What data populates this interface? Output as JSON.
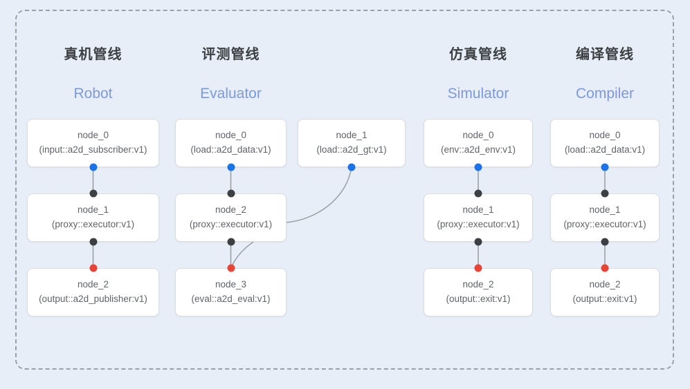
{
  "diagram": {
    "background_color": "#e8eef7",
    "frame": {
      "border_style": "dashed",
      "border_color": "#9aa0a6"
    },
    "port_colors": {
      "input": "#1a73e8",
      "middle": "#3c4043",
      "output": "#ea4335"
    },
    "title_color_cn": "#3c4043",
    "title_color_en": "#7c99dd",
    "node_text_color": "#5f6368"
  },
  "columns": [
    {
      "id": "robot",
      "title_cn": "真机管线",
      "title_en": "Robot",
      "nodes": [
        {
          "name": "node_0",
          "spec": "(input::a2d_subscriber:v1)"
        },
        {
          "name": "node_1",
          "spec": "(proxy::executor:v1)"
        },
        {
          "name": "node_2",
          "spec": "(output::a2d_publisher:v1)"
        }
      ]
    },
    {
      "id": "evaluator",
      "title_cn": "评测管线",
      "title_en": "Evaluator",
      "nodes": [
        {
          "name": "node_0",
          "spec": "(load::a2d_data:v1)"
        },
        {
          "name": "node_1",
          "spec": "(load::a2d_gt:v1)"
        },
        {
          "name": "node_2",
          "spec": "(proxy::executor:v1)"
        },
        {
          "name": "node_3",
          "spec": "(eval::a2d_eval:v1)"
        }
      ]
    },
    {
      "id": "simulator",
      "title_cn": "仿真管线",
      "title_en": "Simulator",
      "nodes": [
        {
          "name": "node_0",
          "spec": "(env::a2d_env:v1)"
        },
        {
          "name": "node_1",
          "spec": "(proxy::executor:v1)"
        },
        {
          "name": "node_2",
          "spec": "(output::exit:v1)"
        }
      ]
    },
    {
      "id": "compiler",
      "title_cn": "编译管线",
      "title_en": "Compiler",
      "nodes": [
        {
          "name": "node_0",
          "spec": "(load::a2d_data:v1)"
        },
        {
          "name": "node_1",
          "spec": "(proxy::executor:v1)"
        },
        {
          "name": "node_2",
          "spec": "(output::exit:v1)"
        }
      ]
    }
  ]
}
